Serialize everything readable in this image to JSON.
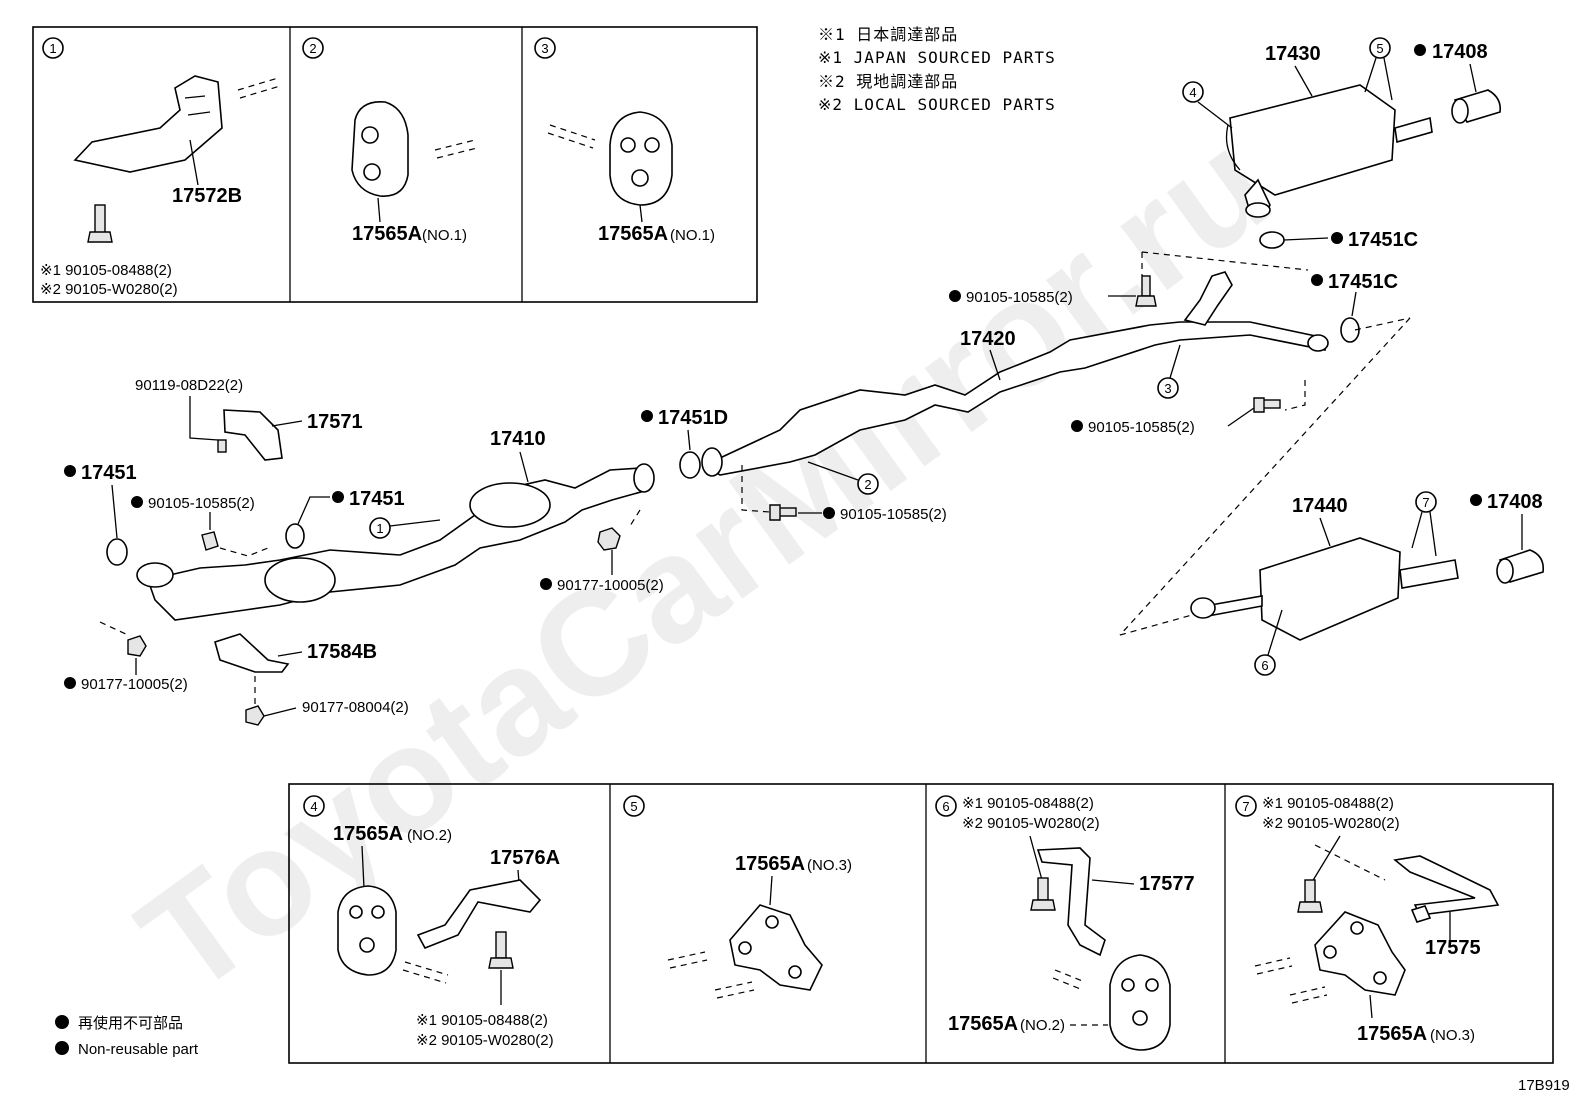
{
  "notes": {
    "line1": "※1 日本調達部品",
    "line2": "※1 JAPAN SOURCED PARTS",
    "line3": "※2 現地調達部品",
    "line4": "※2 LOCAL SOURCED PARTS"
  },
  "legend": {
    "jp": "再使用不可部品",
    "en": "Non-reusable part"
  },
  "watermark": "ToyotaCarMirror.ru",
  "figure_code": "17B919",
  "insets": {
    "i1": {
      "num": "1",
      "part": "17572B",
      "bolt1": "※1 90105-08488(2)",
      "bolt2": "※2 90105-W0280(2)"
    },
    "i2": {
      "num": "2",
      "part": "17565A",
      "sub": "(NO.1)"
    },
    "i3": {
      "num": "3",
      "part": "17565A",
      "sub": "(NO.1)"
    },
    "i4": {
      "num": "4",
      "part_a": "17565A",
      "sub_a": "(NO.2)",
      "part_b": "17576A",
      "bolt1": "※1 90105-08488(2)",
      "bolt2": "※2 90105-W0280(2)"
    },
    "i5": {
      "num": "5",
      "part": "17565A",
      "sub": "(NO.3)"
    },
    "i6": {
      "num": "6",
      "bolt1": "※1 90105-08488(2)",
      "bolt2": "※2 90105-W0280(2)",
      "part_a": "17577",
      "part_b": "17565A",
      "sub_b": "(NO.2)"
    },
    "i7": {
      "num": "7",
      "bolt1": "※1 90105-08488(2)",
      "bolt2": "※2 90105-W0280(2)",
      "part_a": "17575",
      "part_b": "17565A",
      "sub_b": "(NO.3)"
    }
  },
  "main": {
    "p17430": "17430",
    "p17408a": "17408",
    "p17451C_a": "17451C",
    "p17451C_b": "17451C",
    "p90105_a": "90105-10585(2)",
    "p17420": "17420",
    "p90105_b": "90105-10585(2)",
    "p90119": "90119-08D22(2)",
    "p17571": "17571",
    "p17410": "17410",
    "p17451D": "17451D",
    "p17451_a": "17451",
    "p17451_b": "17451",
    "p90105_c": "90105-10585(2)",
    "p90105_d": "90105-10585(2)",
    "p90177_a": "90177-10005(2)",
    "p17440": "17440",
    "p17408b": "17408",
    "p17584B": "17584B",
    "p90177_b": "90177-10005(2)",
    "p90177_c": "90177-08004(2)",
    "c1": "1",
    "c2": "2",
    "c3": "3",
    "c4": "4",
    "c5": "5",
    "c6": "6",
    "c7": "7"
  }
}
